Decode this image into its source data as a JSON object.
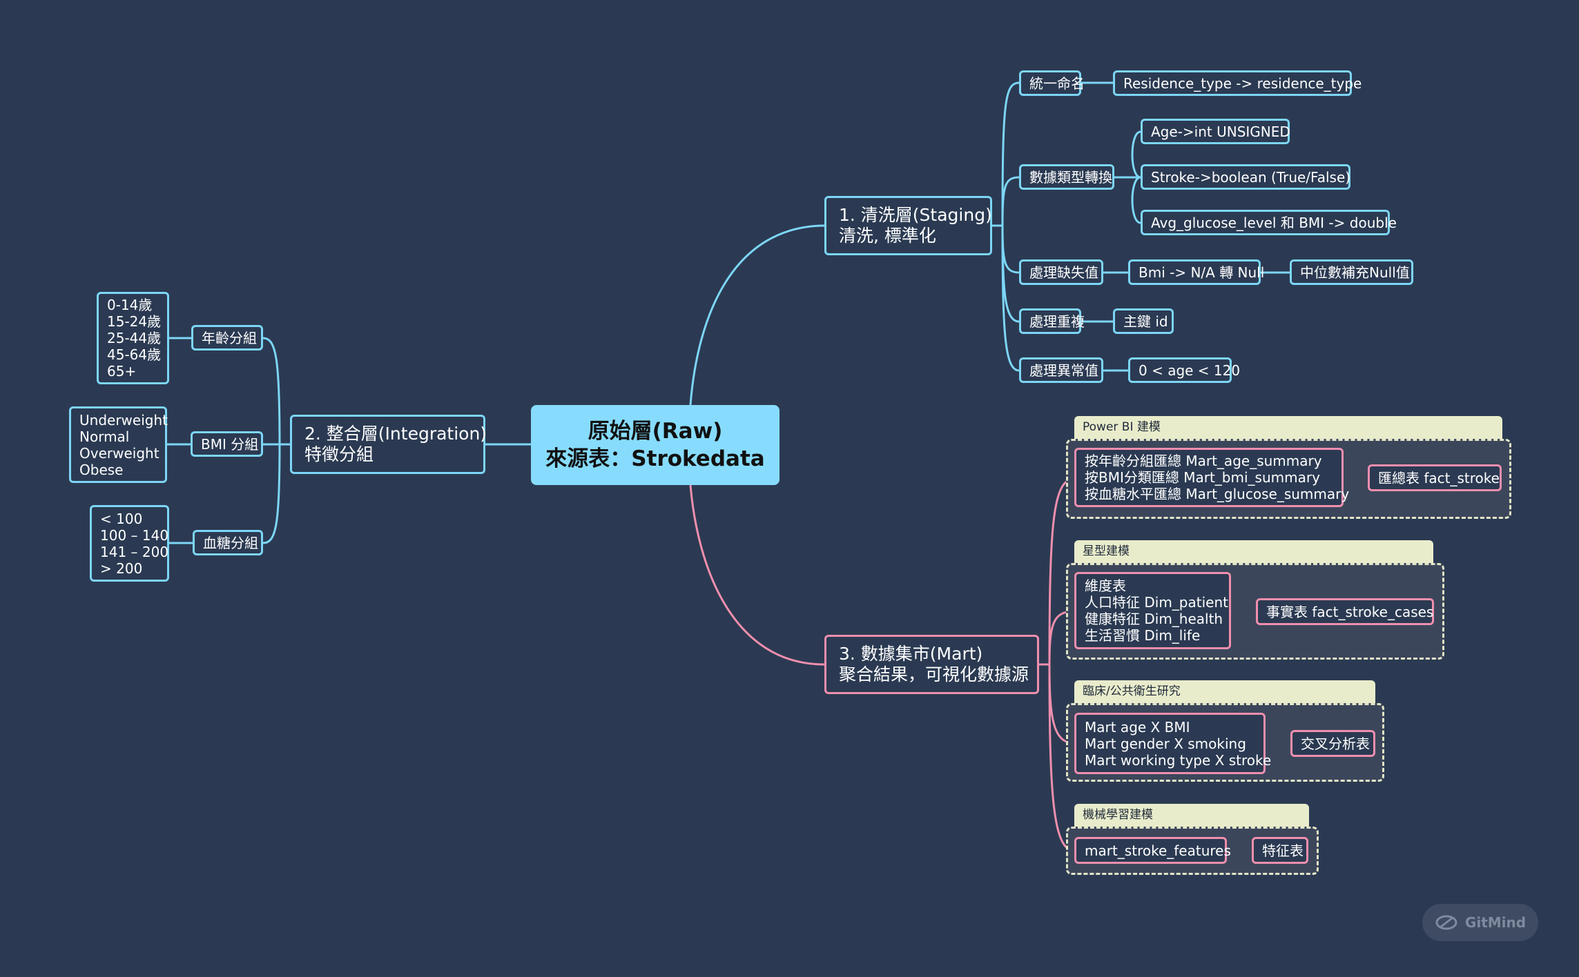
{
  "root": {
    "line1": "原始層(Raw)",
    "line2": "來源表：Strokedata"
  },
  "staging": {
    "title": "1. 清洗層(Staging)\n清洗, 標準化",
    "unify": {
      "label": "統一命名",
      "detail": "Residence_type -> residence_type"
    },
    "types": {
      "label": "數據類型轉換",
      "items": [
        "Age->int UNSIGNED",
        "Stroke->boolean (True/False)",
        "Avg_glucose_level 和 BMI -> double"
      ]
    },
    "missing": {
      "label": "處理缺失值",
      "detail": "Bmi -> N/A 轉 Null",
      "detail2": "中位數補充Null值"
    },
    "dup": {
      "label": "處理重複",
      "detail": "主鍵 id"
    },
    "outlier": {
      "label": "處理異常值",
      "detail": "0 < age < 120"
    }
  },
  "integration": {
    "title": "2. 整合層(Integration)\n特徵分組",
    "age": {
      "label": "年齡分組",
      "values": "0-14歲\n15-24歲\n25-44歲\n45-64歲\n65+"
    },
    "bmi": {
      "label": "BMI 分組",
      "values": "Underweight\nNormal\nOverweight\nObese"
    },
    "glucose": {
      "label": "血糖分組",
      "values": "< 100\n100 – 140\n141 – 200\n> 200"
    }
  },
  "mart": {
    "title": "3. 數據集市(Mart)\n聚合結果，可視化數據源",
    "powerbi": {
      "title": "Power BI 建模",
      "items": "按年齡分組匯總 Mart_age_summary\n按BMI分類匯總 Mart_bmi_summary\n按血糖水平匯總 Mart_glucose_summary",
      "target": "匯總表 fact_stroke"
    },
    "star": {
      "title": "星型建模",
      "items": "維度表\n人口特征 Dim_patient\n健康特征 Dim_health\n生活習慣 Dim_life",
      "target": "事實表 fact_stroke_cases"
    },
    "clinical": {
      "title": "臨床/公共衛生研究",
      "items": "Mart age X BMI\nMart gender X smoking\nMart working type X stroke",
      "target": "交叉分析表"
    },
    "ml": {
      "title": "機械學習建模",
      "items": "mart_stroke_features",
      "target": "特征表"
    }
  },
  "watermark": "GitMind",
  "colors": {
    "background": "#2b3a52",
    "blue": "#7dd6f7",
    "pink": "#f08fae",
    "root": "#87dcfd",
    "group_title": "#e9eccb"
  }
}
